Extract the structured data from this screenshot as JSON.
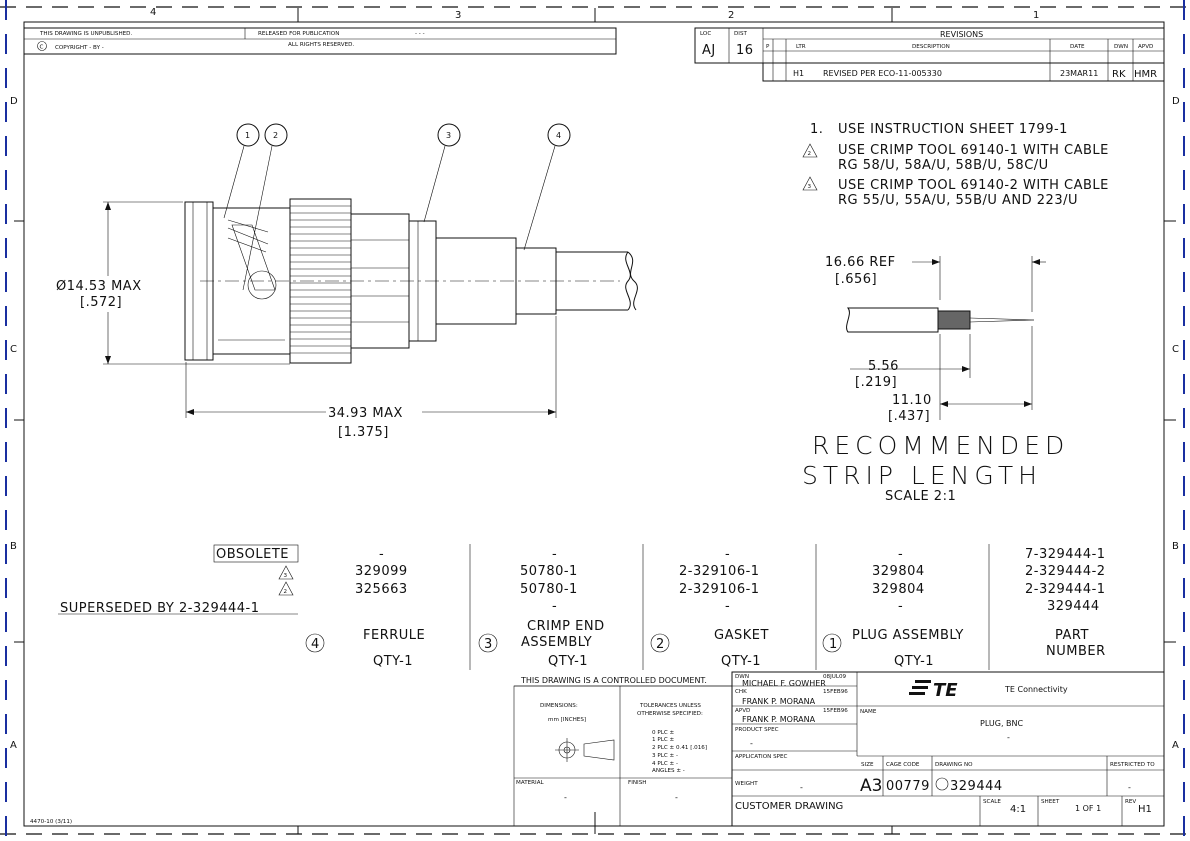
{
  "zones": {
    "top": [
      "4",
      "3",
      "2",
      "1"
    ],
    "side": [
      "D",
      "C",
      "B",
      "A"
    ]
  },
  "title_strip": {
    "unpublished": "THIS DRAWING IS UNPUBLISHED.",
    "released": "RELEASED FOR PUBLICATION",
    "copyright": "COPYRIGHT -   BY -",
    "rights": "ALL RIGHTS RESERVED.",
    "released_value": "- - -"
  },
  "revisions": {
    "header": "REVISIONS",
    "loc_label": "LOC",
    "loc": "AJ",
    "dist_label": "DIST",
    "dist": "16",
    "col_p": "P",
    "col_ltr": "LTR",
    "col_desc": "DESCRIPTION",
    "col_date": "DATE",
    "col_dwn": "DWN",
    "col_apvd": "APVD",
    "row": {
      "ltr": "H1",
      "desc": "REVISED PER ECO-11-005330",
      "date": "23MAR11",
      "dwn": "RK",
      "apvd": "HMR"
    }
  },
  "notes": [
    {
      "num": "1.",
      "text": "USE INSTRUCTION SHEET 1799-1"
    },
    {
      "num": "2",
      "text": "USE CRIMP TOOL 69140-1 WITH CABLE",
      "text2": "RG 58/U, 58A/U, 58B/U, 58C/U"
    },
    {
      "num": "3",
      "text": "USE CRIMP TOOL 69140-2 WITH CABLE",
      "text2": "RG 55/U, 55A/U, 55B/U AND 223/U"
    }
  ],
  "balloons": [
    "1",
    "2",
    "3",
    "4"
  ],
  "dims": {
    "dia": "Ø14.53 MAX",
    "dia_in": "[.572]",
    "len": "34.93 MAX",
    "len_in": "[1.375]",
    "ref": "16.66 REF",
    "ref_in": "[.656]",
    "d1": "5.56",
    "d1_in": "[.219]",
    "d2": "11.10",
    "d2_in": "[.437]"
  },
  "strip": {
    "line1": "RECOMMENDED",
    "line2": "STRIP LENGTH",
    "scale": "SCALE 2:1"
  },
  "bom": {
    "obsolete": "OBSOLETE",
    "superseded": "SUPERSEDED BY 2-329444-1",
    "tri2": "2",
    "tri3": "3",
    "cols": [
      {
        "num": "4",
        "rows": [
          "-",
          "329099",
          "325663",
          ""
        ],
        "name": "FERRULE",
        "name2": "",
        "qty": "QTY-1"
      },
      {
        "num": "3",
        "rows": [
          "-",
          "50780-1",
          "50780-1",
          "-"
        ],
        "name": "CRIMP END",
        "name2": "ASSEMBLY",
        "qty": "QTY-1"
      },
      {
        "num": "2",
        "rows": [
          "-",
          "2-329106-1",
          "2-329106-1",
          "-"
        ],
        "name": "GASKET",
        "name2": "",
        "qty": "QTY-1"
      },
      {
        "num": "1",
        "rows": [
          "-",
          "329804",
          "329804",
          "-"
        ],
        "name": "PLUG ASSEMBLY",
        "name2": "",
        "qty": "QTY-1"
      },
      {
        "num": "",
        "rows": [
          "7-329444-1",
          "2-329444-2",
          "2-329444-1",
          "329444"
        ],
        "name": "PART",
        "name2": "NUMBER",
        "qty": ""
      }
    ]
  },
  "title_block": {
    "controlled": "THIS DRAWING IS A CONTROLLED DOCUMENT.",
    "dwn_label": "DWN",
    "dwn": "MICHAEL F. GOWHER",
    "dwn_date": "08JUL09",
    "chk_label": "CHK",
    "chk": "FRANK P. MORANA",
    "chk_date": "15FEB96",
    "apvd_label": "APVD",
    "apvd": "FRANK P. MORANA",
    "apvd_date": "15FEB96",
    "product_spec": "PRODUCT SPEC",
    "product_spec_val": "-",
    "application_spec": "APPLICATION SPEC",
    "application_spec_val": "-",
    "weight": "WEIGHT",
    "weight_val": "-",
    "dimensions": "DIMENSIONS:",
    "units": "mm [INCHES]",
    "tolerances": "TOLERANCES UNLESS",
    "tolerances2": "OTHERWISE SPECIFIED:",
    "tol_rows": [
      "0 PLC  ±",
      "1 PLC  ±",
      "2 PLC  ± 0.41 [.016]",
      "3 PLC  ± -",
      "4 PLC  ± -",
      "ANGLES  ± -"
    ],
    "material": "MATERIAL",
    "material_val": "-",
    "finish": "FINISH",
    "finish_val": "-",
    "company": "TE Connectivity",
    "logo": "TE",
    "name_label": "NAME",
    "name": "PLUG, BNC",
    "name2": "-",
    "size_label": "SIZE",
    "size": "A3",
    "cage_label": "CAGE CODE",
    "cage": "00779",
    "dwg_label": "DRAWING NO",
    "dwg": "329444",
    "restricted": "RESTRICTED TO",
    "restricted_val": "-",
    "customer": "CUSTOMER DRAWING",
    "scale_label": "SCALE",
    "scale": "4:1",
    "sheet_label": "SHEET",
    "sheet": "1 OF 1",
    "rev_label": "REV",
    "rev": "H1",
    "form": "4470-10 (3/11)"
  }
}
